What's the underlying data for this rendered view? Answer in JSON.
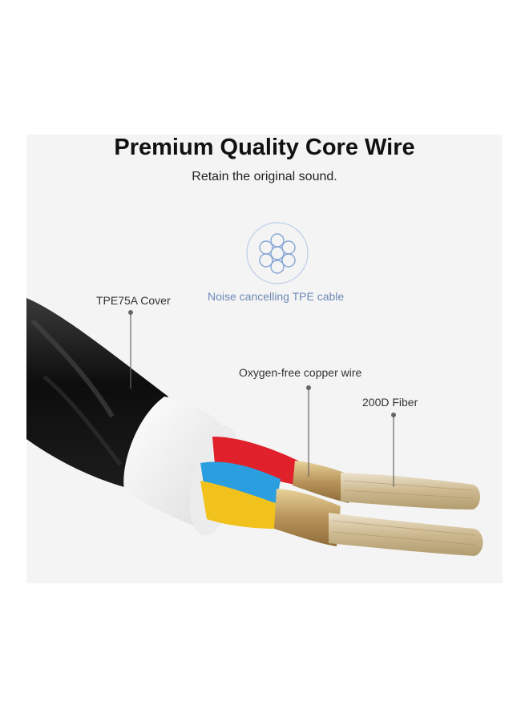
{
  "header": {
    "title": "Premium Quality Core Wire",
    "subtitle": "Retain the original sound."
  },
  "callouts": {
    "cover": "TPE75A Cover",
    "noise": "Noise cancelling TPE cable",
    "copper": "Oxygen-free copper wire",
    "fiber": "200D Fiber"
  },
  "icons": {
    "strand_cross_section": "strand-cross-section-icon"
  },
  "colors": {
    "jacket": "#151515",
    "inner_sheath": "#ffffff",
    "core_red": "#e0202a",
    "core_blue": "#2b9ee0",
    "core_yellow": "#f1c21c",
    "copper": "#c9ad78",
    "fiber": "#d6c5a2",
    "accent": "#6d89b7"
  }
}
